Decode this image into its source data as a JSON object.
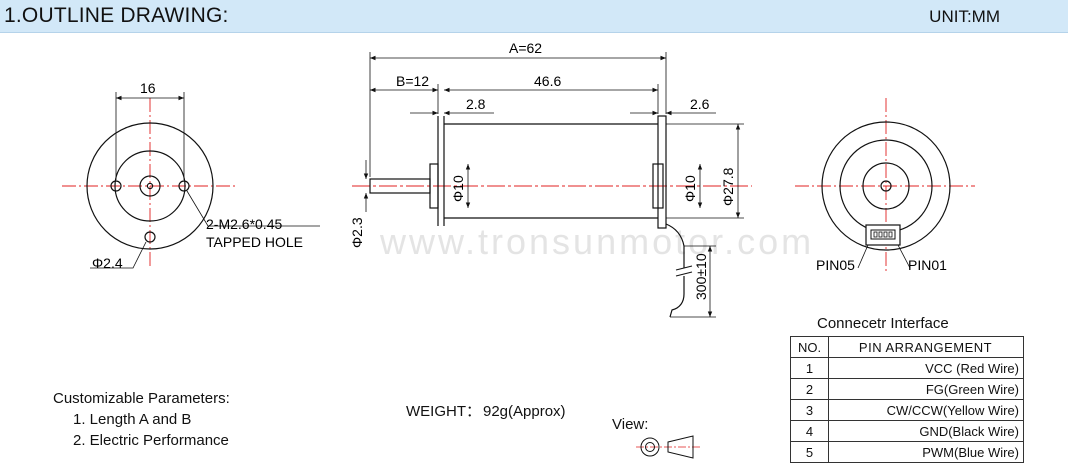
{
  "header": {
    "title": "1.OUTLINE DRAWING:",
    "unit": "UNIT:MM"
  },
  "front_view": {
    "dim_width": "16",
    "hole_label_1": "2-M2.6*0.45",
    "hole_label_2": "TAPPED HOLE",
    "dia_label": "Φ2.4"
  },
  "side_view": {
    "dim_a": "A=62",
    "dim_b": "B=12",
    "dim_body": "46.6",
    "dim_front_boss": "2.8",
    "dim_rear_boss": "2.6",
    "dia_front_boss": "Φ10",
    "dia_rear_boss": "Φ10",
    "dia_body": "Φ27.8",
    "dia_shaft": "Φ2.3",
    "wire_length": "300±10"
  },
  "watermark": "www.tronsunmotor.com",
  "rear_view": {
    "pin_left": "PIN05",
    "pin_right": "PIN01"
  },
  "customizable": {
    "heading": "Customizable Parameters:",
    "items": [
      "1. Length A and B",
      "2. Electric Performance"
    ]
  },
  "weight": {
    "label": "WEIGHT：",
    "value": "92g(Approx)"
  },
  "view": {
    "label": "View:"
  },
  "connector": {
    "title": "Connecetr Interface",
    "headers": [
      "NO.",
      "PIN ARRANGEMENT"
    ],
    "rows": [
      [
        "1",
        "VCC (Red Wire)"
      ],
      [
        "2",
        "FG(Green Wire)"
      ],
      [
        "3",
        "CW/CCW(Yellow Wire)"
      ],
      [
        "4",
        "GND(Black Wire)"
      ],
      [
        "5",
        "PWM(Blue Wire)"
      ]
    ]
  },
  "colors": {
    "header_bg": "#d2e8f8",
    "center_line": "#e02020",
    "line": "#111111"
  }
}
